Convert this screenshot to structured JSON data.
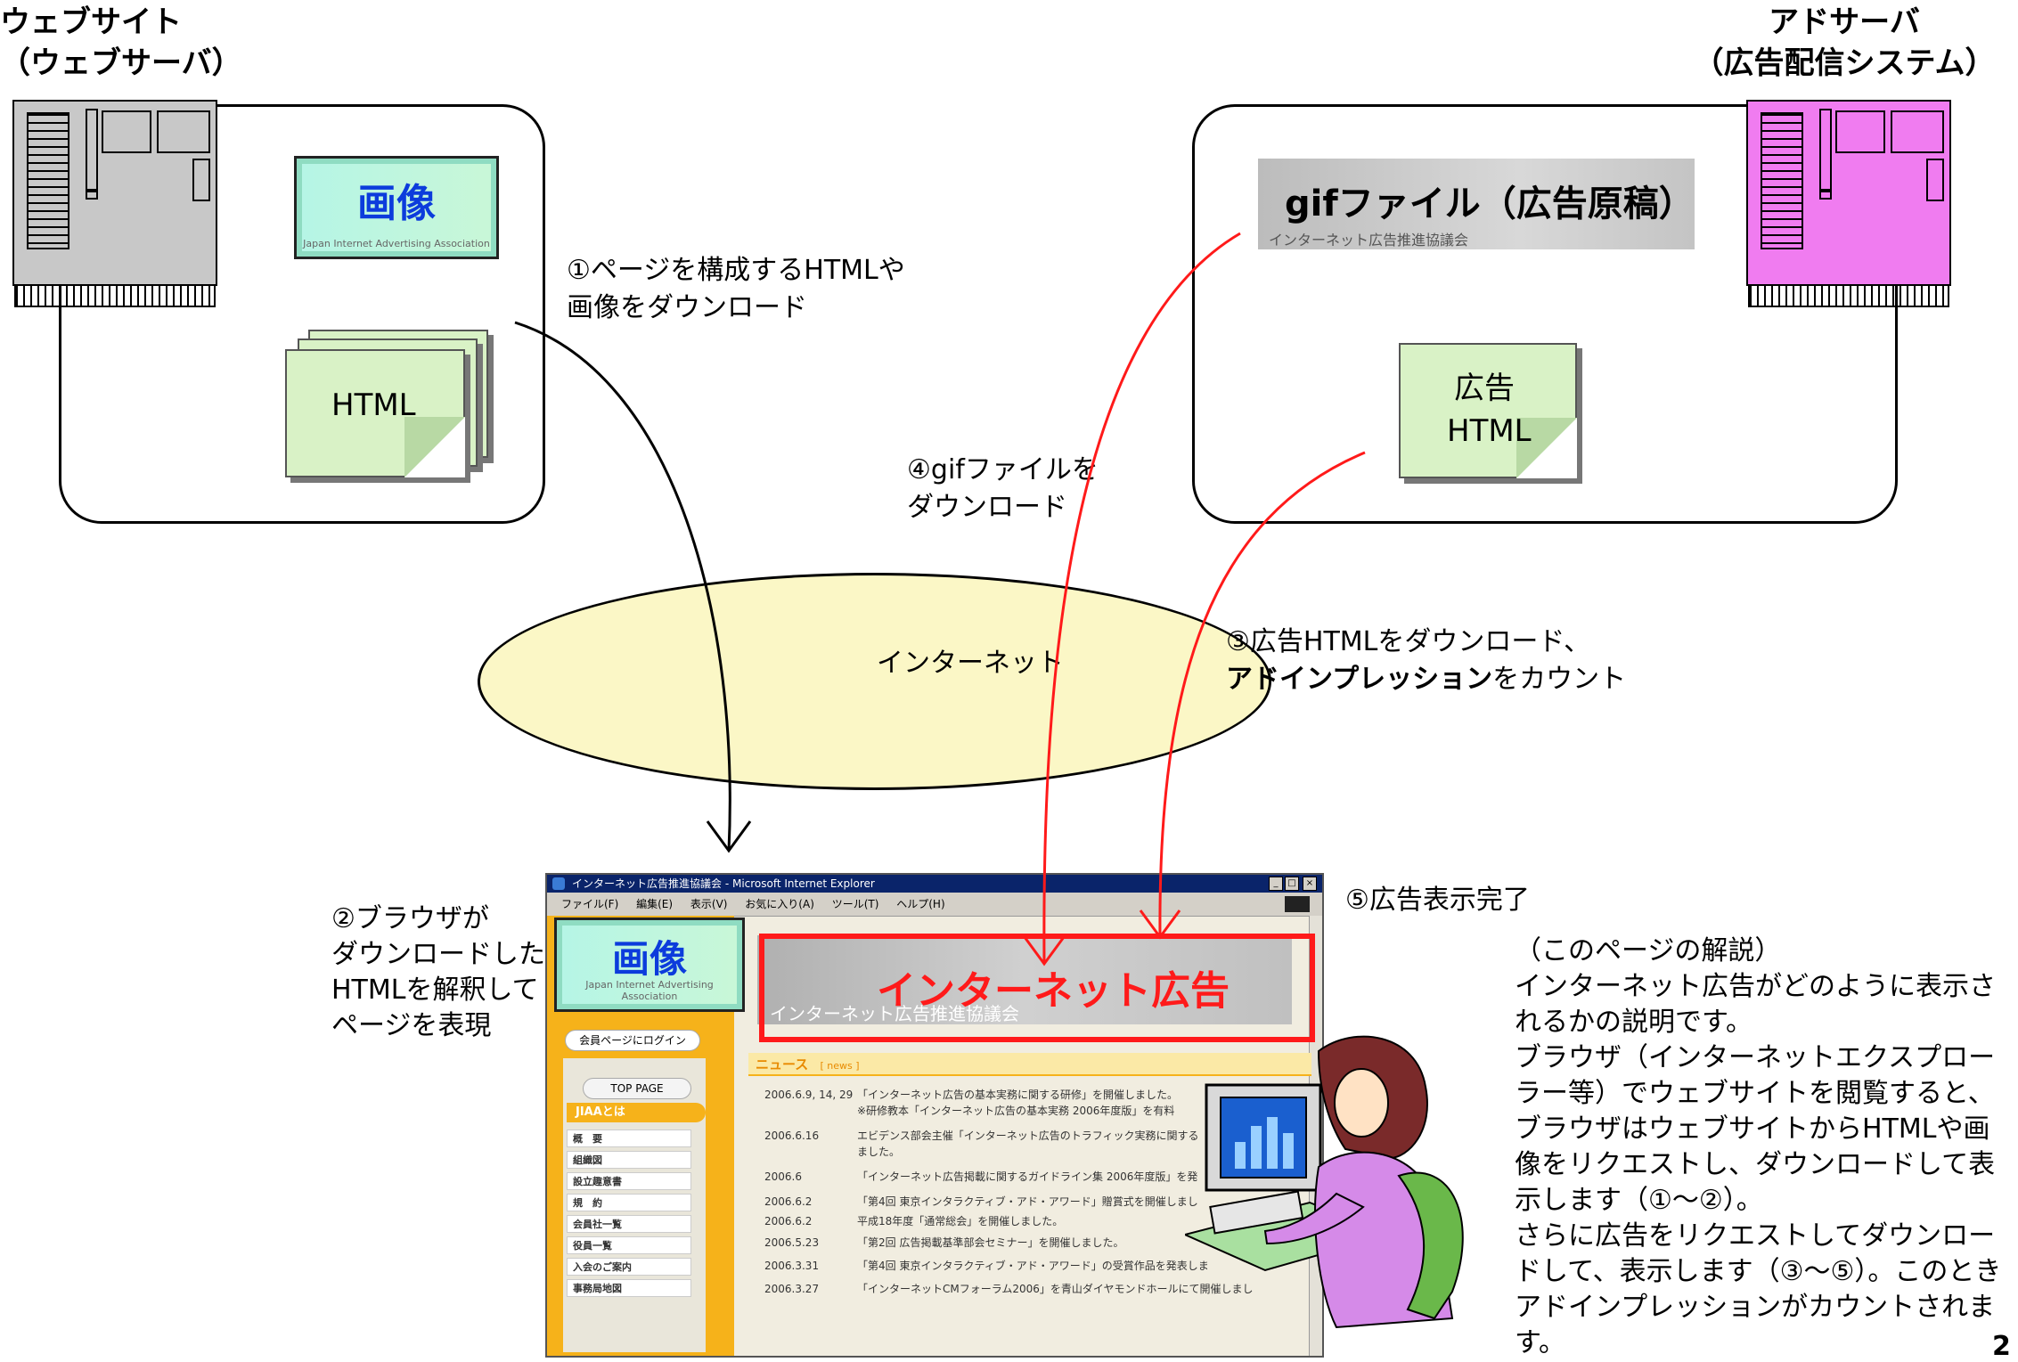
{
  "web_site": {
    "title_line1": "ウェブサイト",
    "title_line2": "（ウェブサーバ）",
    "image_tile": {
      "main": "画像",
      "sub": "Japan Internet Advertising Association"
    },
    "html_doc_label": "HTML"
  },
  "ad_server": {
    "title_line1": "アドサーバ",
    "title_line2": "（広告配信システム）",
    "gif_banner": {
      "main": "gifファイル（広告原稿）",
      "sub": "インターネット広告推進協議会"
    },
    "ad_html_line1": "広告",
    "ad_html_line2": "HTML"
  },
  "internet_label": "インターネット",
  "steps": {
    "step1_line1": "①ページを構成するHTMLや",
    "step1_line2": "画像をダウンロード",
    "step2_line1": "②ブラウザが",
    "step2_line2": "ダウンロードした",
    "step2_line3": "HTMLを解釈して",
    "step2_line4": "ページを表現",
    "step3_line1": "③広告HTMLをダウンロード、",
    "step3_bold": "アドインプレッション",
    "step3_rest": "をカウント",
    "step4_line1": "④gifファイルを",
    "step4_line2": "ダウンロード",
    "step5": "⑤広告表示完了"
  },
  "browser": {
    "title": "インターネット広告推進協議会 - Microsoft Internet Explorer",
    "menu": [
      "ファイル(F)",
      "編集(E)",
      "表示(V)",
      "お気に入り(A)",
      "ツール(T)",
      "ヘルプ(H)"
    ],
    "page_image": {
      "main": "画像",
      "sub": "Japan Internet Advertising Association"
    },
    "ad_text": "インターネット広告",
    "ad_sub": "インターネット広告推進協議会",
    "login_button": "会員ページにログイン",
    "top_page_button": "TOP PAGE",
    "jiaa_label": "JIAAとは",
    "nav_items": [
      "概　要",
      "組織図",
      "設立趣意書",
      "規　約",
      "会員社一覧",
      "役員一覧",
      "入会のご案内",
      "事務局地図"
    ],
    "news_heading": "ニュース",
    "news_tag": "[ news ]",
    "news": [
      {
        "date": "2006.6.9, 14, 29",
        "text": "「インターネット広告の基本実務に関する研修」を開催しました。"
      },
      {
        "date": "",
        "text": "※研修教本「インターネット広告の基本実務 2006年度版」を有料"
      },
      {
        "date": "2006.6.16",
        "text": "エビデンス部会主催「インターネット広告のトラフィック実務に関する"
      },
      {
        "date": "",
        "text": "ました。"
      },
      {
        "date": "2006.6",
        "text": "「インターネット広告掲載に関するガイドライン集 2006年度版」を発"
      },
      {
        "date": "2006.6.2",
        "text": "「第4回 東京インタラクティブ・アド・アワード」贈賞式を開催しまし"
      },
      {
        "date": "2006.6.2",
        "text": "平成18年度「通常総会」を開催しました。"
      },
      {
        "date": "2006.5.23",
        "text": "「第2回 広告掲載基準部会セミナー」を開催しました。"
      },
      {
        "date": "2006.3.31",
        "text": "「第4回 東京インタラクティブ・アド・アワード」の受賞作品を発表しま"
      },
      {
        "date": "2006.3.27",
        "text": "「インターネットCMフォーラム2006」を青山ダイヤモンドホールにて開催しまし"
      }
    ]
  },
  "explanation": [
    "（このページの解説）",
    "インターネット広告がどのように表示さ",
    "れるかの説明です。",
    "ブラウザ（インターネットエクスプロー",
    "ラー等）でウェブサイトを閲覧すると、",
    "ブラウザはウェブサイトからHTMLや画",
    "像をリクエストし、ダウンロードして表",
    "示します（①～②）。",
    "さらに広告をリクエストしてダウンロー",
    "ドして、表示します（③～⑤）。このとき",
    "アドインプレッションがカウントされます。"
  ],
  "page_number": "2",
  "colors": {
    "web_server": "#c8c8c8",
    "ad_server": "#f07cf0",
    "internet_cloud": "#fbf7c6",
    "arrow_black": "#000000",
    "arrow_red": "#ff1a1a",
    "doc_fill": "#d9f2c6",
    "image_fill": "#b5f5e6",
    "browser_sidebar": "#f6b21a"
  }
}
